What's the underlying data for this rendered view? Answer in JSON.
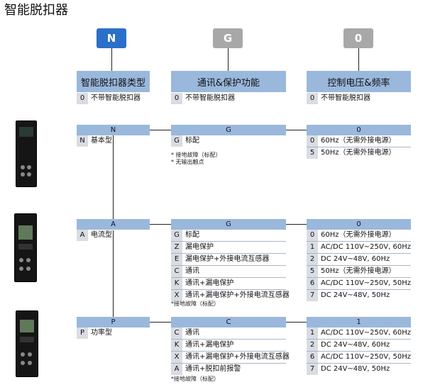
{
  "title": "智能脱扣器",
  "codes": [
    {
      "label": "N",
      "color": "#2a6fc9"
    },
    {
      "label": "G",
      "color": "#a8a8a8"
    },
    {
      "label": "0",
      "color": "#a8a8a8"
    }
  ],
  "headers": {
    "col1": "智能脱扣器类型",
    "col2": "通讯&保护功能",
    "col3": "控制电压&频率"
  },
  "row0": {
    "col1": {
      "code": "0",
      "label": "不带智能脱扣器"
    },
    "col2": {
      "code": "0",
      "label": "不带智能脱扣器"
    },
    "col3": {
      "code": "0",
      "label": "不带智能脱扣器"
    }
  },
  "groupN": {
    "col1": {
      "header": "N",
      "items": [
        {
          "code": "N",
          "label": "基本型"
        }
      ]
    },
    "col2": {
      "header": "G",
      "items": [
        {
          "code": "G",
          "label": "标配"
        }
      ],
      "notes": [
        "* 接地故障（标配）",
        "* 无输出触点"
      ]
    },
    "col3": {
      "header": "0",
      "items": [
        {
          "code": "0",
          "label": "60Hz（无需外接电源）"
        },
        {
          "code": "5",
          "label": "50Hz（无需外接电源）"
        }
      ]
    }
  },
  "groupA": {
    "col1": {
      "header": "A",
      "items": [
        {
          "code": "A",
          "label": "电流型"
        }
      ]
    },
    "col2": {
      "header": "G",
      "items": [
        {
          "code": "G",
          "label": "标配"
        },
        {
          "code": "Z",
          "label": "漏电保护"
        },
        {
          "code": "E",
          "label": "漏电保护+外接电流互感器"
        },
        {
          "code": "C",
          "label": "通讯"
        },
        {
          "code": "K",
          "label": "通讯+漏电保护"
        },
        {
          "code": "X",
          "label": "通讯+漏电保护+外接电流互感器"
        }
      ],
      "note": "*接地故障（标配）"
    },
    "col3": {
      "header": "0",
      "items": [
        {
          "code": "0",
          "label": "60Hz（无需外接电源）"
        },
        {
          "code": "1",
          "label": "AC/DC 110V~250V, 60Hz"
        },
        {
          "code": "2",
          "label": "DC 24V~48V, 60Hz"
        },
        {
          "code": "5",
          "label": "50Hz（无需外接电源）"
        },
        {
          "code": "6",
          "label": "AC/DC 110V~250V, 50Hz"
        },
        {
          "code": "7",
          "label": "DC 24V~48V, 50Hz"
        }
      ]
    }
  },
  "groupP": {
    "col1": {
      "header": "P",
      "items": [
        {
          "code": "P",
          "label": "功率型"
        }
      ]
    },
    "col2": {
      "header": "C",
      "items": [
        {
          "code": "C",
          "label": "通讯"
        },
        {
          "code": "K",
          "label": "通讯+漏电保护"
        },
        {
          "code": "X",
          "label": "通讯+漏电保护+外接电流互感器"
        },
        {
          "code": "A",
          "label": "通讯+脱扣前报警"
        }
      ],
      "note": "*接地故障（标配）"
    },
    "col3": {
      "header": "1",
      "items": [
        {
          "code": "1",
          "label": "AC/DC 110V~250V, 60Hz"
        },
        {
          "code": "2",
          "label": "DC 24V~48V, 60Hz"
        },
        {
          "code": "6",
          "label": "AC/DC 110V~250V, 50Hz"
        },
        {
          "code": "7",
          "label": "DC 24V~48V, 50Hz"
        }
      ]
    }
  }
}
